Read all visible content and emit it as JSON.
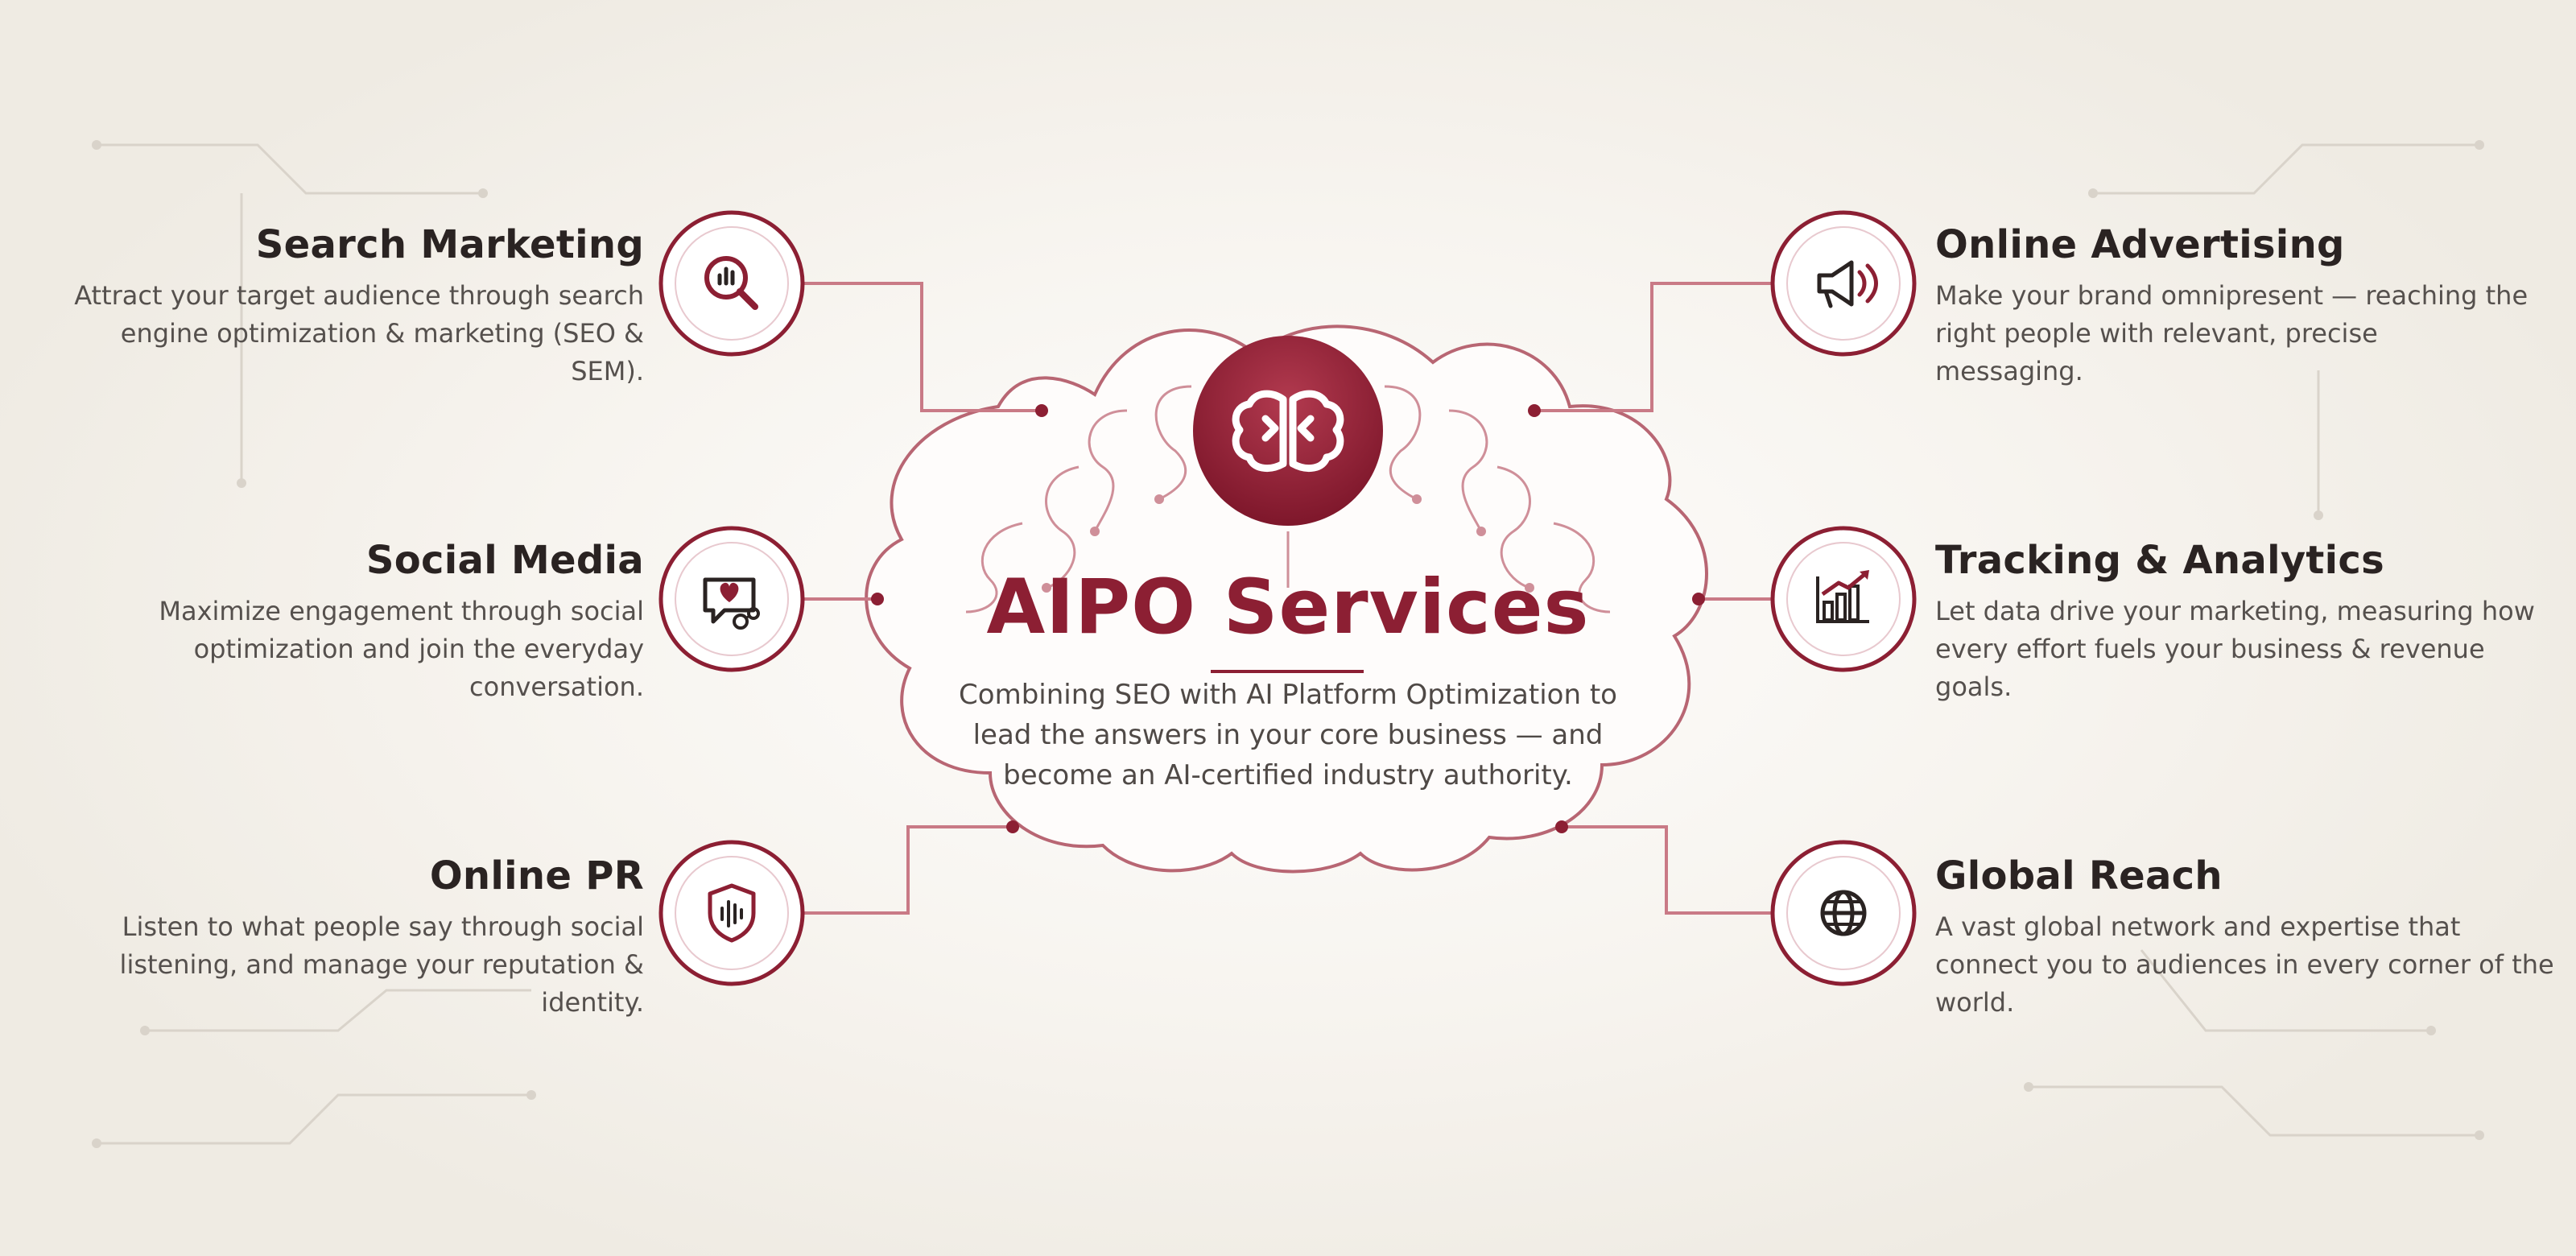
{
  "center": {
    "title": "AIPO Services",
    "description": "Combining SEO with AI Platform Optimization to lead the answers in your core business — and become an AI-certified industry authority.",
    "icon": "brain-icon"
  },
  "services": [
    {
      "id": "search-marketing",
      "title": "Search Marketing",
      "description": "Attract your target audience through search engine optimization & marketing (SEO & SEM).",
      "icon": "search-analytics-icon"
    },
    {
      "id": "social-media",
      "title": "Social Media",
      "description": "Maximize engagement through social optimization and join the everyday conversation.",
      "icon": "chat-heart-icon"
    },
    {
      "id": "online-pr",
      "title": "Online PR",
      "description": "Listen to what people say through social listening, and manage your reputation & identity.",
      "icon": "shield-sound-icon"
    },
    {
      "id": "online-advertising",
      "title": "Online Advertising",
      "description": "Make your brand omnipresent — reaching the right people with relevant, precise messaging.",
      "icon": "megaphone-icon"
    },
    {
      "id": "tracking-analytics",
      "title": "Tracking & Analytics",
      "description": "Let data drive your marketing, measuring how every effort fuels your business & revenue goals.",
      "icon": "bar-chart-icon"
    },
    {
      "id": "global-reach",
      "title": "Global Reach",
      "description": "A vast global network and expertise that connect you to audiences in every corner of the world.",
      "icon": "globe-icon"
    }
  ],
  "colors": {
    "accent": "#8c1f33",
    "connector": "#c97a86",
    "text_dark": "#2a2322",
    "text_body": "#55504d",
    "background": "#f7f4ef"
  }
}
